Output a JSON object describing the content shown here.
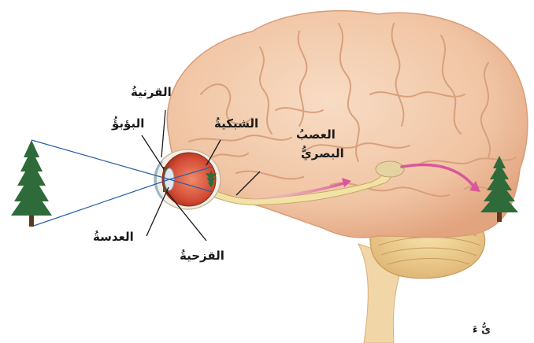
{
  "labels": {
    "cornea": "القرنيةُ",
    "pupil": "البؤبؤُ",
    "retina": "الشبكيةُ",
    "optic_nerve_line1": "العصبُ",
    "optic_nerve_line2": "البصريُّ",
    "lens": "العدسةُ",
    "iris": "القزحيةُ"
  },
  "footer_fragment": "ىُّ  ءَ",
  "colors": {
    "brain": "#f3cdb0",
    "brain_fold": "#d9a07c",
    "eye": "#d8553d",
    "optic_nerve": "#f2e2a6",
    "ray": "#2b5fa8",
    "signal_arrow": "#d9579a",
    "tree": "#2f6b3a"
  }
}
